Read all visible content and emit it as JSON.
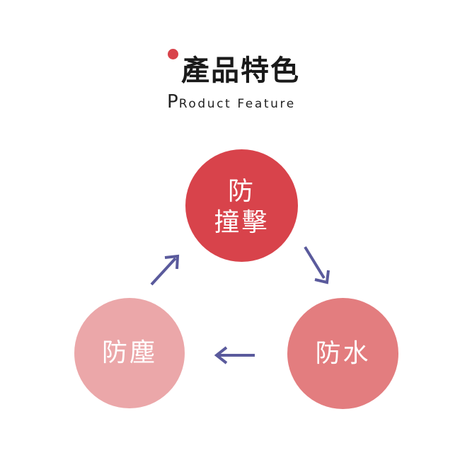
{
  "header": {
    "title": "產品特色",
    "subtitle_first_letter": "P",
    "subtitle_rest": "Roduct Feature"
  },
  "diagram": {
    "nodes": [
      {
        "label": "防\n撞擊"
      },
      {
        "label": "防水"
      },
      {
        "label": "防塵"
      }
    ]
  },
  "colors": {
    "accent_red": "#d8434b",
    "node_impact": "#d8434b",
    "node_water": "#e37d7f",
    "node_dust": "#eba7a9",
    "arrow": "#5a5a9c"
  }
}
